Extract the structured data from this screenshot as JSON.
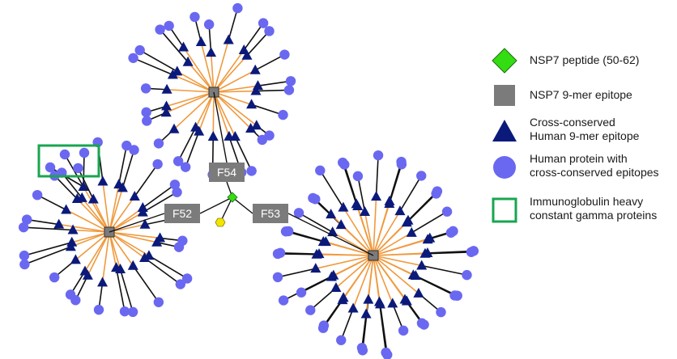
{
  "colors": {
    "peptide": "#33dd11",
    "epitope": "#7b7b7b",
    "human_epitope": "#0b1a7a",
    "human_protein": "#6a68f0",
    "immunoglobulin_box": "#1aa550",
    "conserved_edge": "#f09a3e",
    "protein_edge": "#111111",
    "auxiliary_node": "#f2e600"
  },
  "epitopes": [
    {
      "label": "F54"
    },
    {
      "label": "F52"
    },
    {
      "label": "F53"
    }
  ],
  "legend": [
    {
      "icon": "green-diamond-icon",
      "label": "NSP7 peptide (50-62)"
    },
    {
      "icon": "gray-square-icon",
      "label": "NSP7 9-mer epitope"
    },
    {
      "icon": "navy-triangle-icon",
      "label": "Cross-conserved\nHuman 9-mer epitope"
    },
    {
      "icon": "blue-circle-icon",
      "label": "Human protein with\ncross-conserved epitopes"
    },
    {
      "icon": "green-square-outline-icon",
      "label": "Immunoglobulin heavy\nconstant gamma proteins"
    }
  ]
}
